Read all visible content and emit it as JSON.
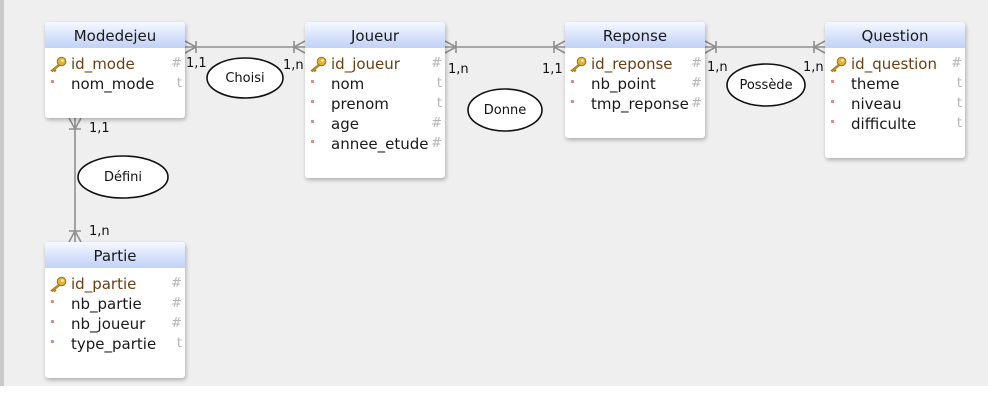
{
  "entities": {
    "modedejeu": {
      "title": "Modedejeu",
      "fields": [
        {
          "name": "id_mode",
          "type": "#",
          "pk": true
        },
        {
          "name": "nom_mode",
          "type": "t",
          "pk": false
        }
      ]
    },
    "joueur": {
      "title": "Joueur",
      "fields": [
        {
          "name": "id_joueur",
          "type": "#",
          "pk": true
        },
        {
          "name": "nom",
          "type": "t",
          "pk": false
        },
        {
          "name": "prenom",
          "type": "t",
          "pk": false
        },
        {
          "name": "age",
          "type": "#",
          "pk": false
        },
        {
          "name": "annee_etude",
          "type": "#",
          "pk": false
        }
      ]
    },
    "reponse": {
      "title": "Reponse",
      "fields": [
        {
          "name": "id_reponse",
          "type": "#",
          "pk": true
        },
        {
          "name": "nb_point",
          "type": "#",
          "pk": false
        },
        {
          "name": "tmp_reponse",
          "type": "#",
          "pk": false
        }
      ]
    },
    "question": {
      "title": "Question",
      "fields": [
        {
          "name": "id_question",
          "type": "#",
          "pk": true
        },
        {
          "name": "theme",
          "type": "t",
          "pk": false
        },
        {
          "name": "niveau",
          "type": "t",
          "pk": false
        },
        {
          "name": "difficulte",
          "type": "t",
          "pk": false
        }
      ]
    },
    "partie": {
      "title": "Partie",
      "fields": [
        {
          "name": "id_partie",
          "type": "#",
          "pk": true
        },
        {
          "name": "nb_partie",
          "type": "#",
          "pk": false
        },
        {
          "name": "nb_joueur",
          "type": "#",
          "pk": false
        },
        {
          "name": "type_partie",
          "type": "t",
          "pk": false
        }
      ]
    }
  },
  "relations": {
    "choisi": {
      "label": "Choisi",
      "card_a": "1,1",
      "card_b": "1,n"
    },
    "donne": {
      "label": "Donne",
      "card_a": "1,n",
      "card_b": "1,1"
    },
    "possede": {
      "label": "Possède",
      "card_a": "1,n",
      "card_b": "1,n"
    },
    "defini": {
      "label": "Défini",
      "card_a": "1,1",
      "card_b": "1,n"
    }
  },
  "colors": {
    "canvas": "#efefef",
    "line": "#8f8f8f",
    "header": "#d4e0fb",
    "pk_text": "#6b3e12",
    "type_text": "#b5b5b5",
    "bullet": "#e48a8a"
  }
}
